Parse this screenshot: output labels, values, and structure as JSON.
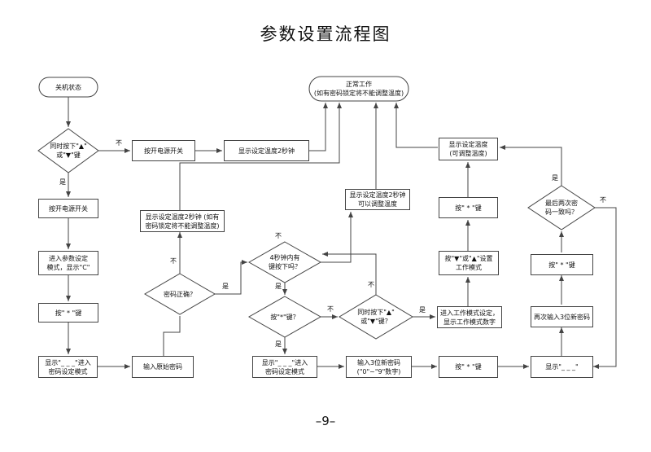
{
  "title": "参数设置流程图",
  "page_number": "–9–",
  "nodes": {
    "shutdown": "关机状态",
    "normal_work": "正常工作\n(如有密码锁定将不能调整温度)",
    "press_simultaneously": "同时按下\"▲\"\n或\"▼\"键",
    "press_power_top": "按开电源开关",
    "show_temp_2s_top": "显示设定温度2秒钟",
    "press_power_left": "按开电源开关",
    "enter_param_mode": "进入参数设定\n模式，显示\"C\"",
    "press_star_left": "按\" * \"键",
    "show_dash_password_mode": "显示\"_ _ _\"进入\n密码设定模式",
    "input_original_password": "输入原始密码",
    "password_correct": "密码正确？",
    "show_temp_2s_locked": "显示设定温度2秒钟 (如有\n密码锁定将不能调整温度)",
    "four_sec_key": "4秒钟内有\n键按下吗？",
    "show_temp_2s_adjustable": "显示设定温度2秒钟\n可以调整温度",
    "press_star_q": "按\"*\"键？",
    "press_up_down_q": "同时按下\"▲\"\n或\"▼\"键？",
    "show_dash_password_mode_2": "显示\"_ _ _\"进入\n密码设定模式",
    "input_new_password": "输入3位新密码\n(\"0\"~\"9\"数字)",
    "press_star_mid": "按\" * \"键",
    "enter_work_mode": "进入工作模式设定，\n显示工作模式数字",
    "press_updown_set": "按\"▼\"或\"▲\"设置\n工作模式",
    "press_star_right_mid": "按\" * \"键",
    "show_temp_adjustable": "显示设定温度\n(可调整温度)",
    "show_dash_right": "显示\"_ _ _\"",
    "reenter_password": "再次输入3位新密码",
    "press_star_right": "按\" * \"键",
    "passwords_match": "最后两次密\n码一致吗？"
  },
  "labels": {
    "no": "不",
    "yes": "是"
  }
}
